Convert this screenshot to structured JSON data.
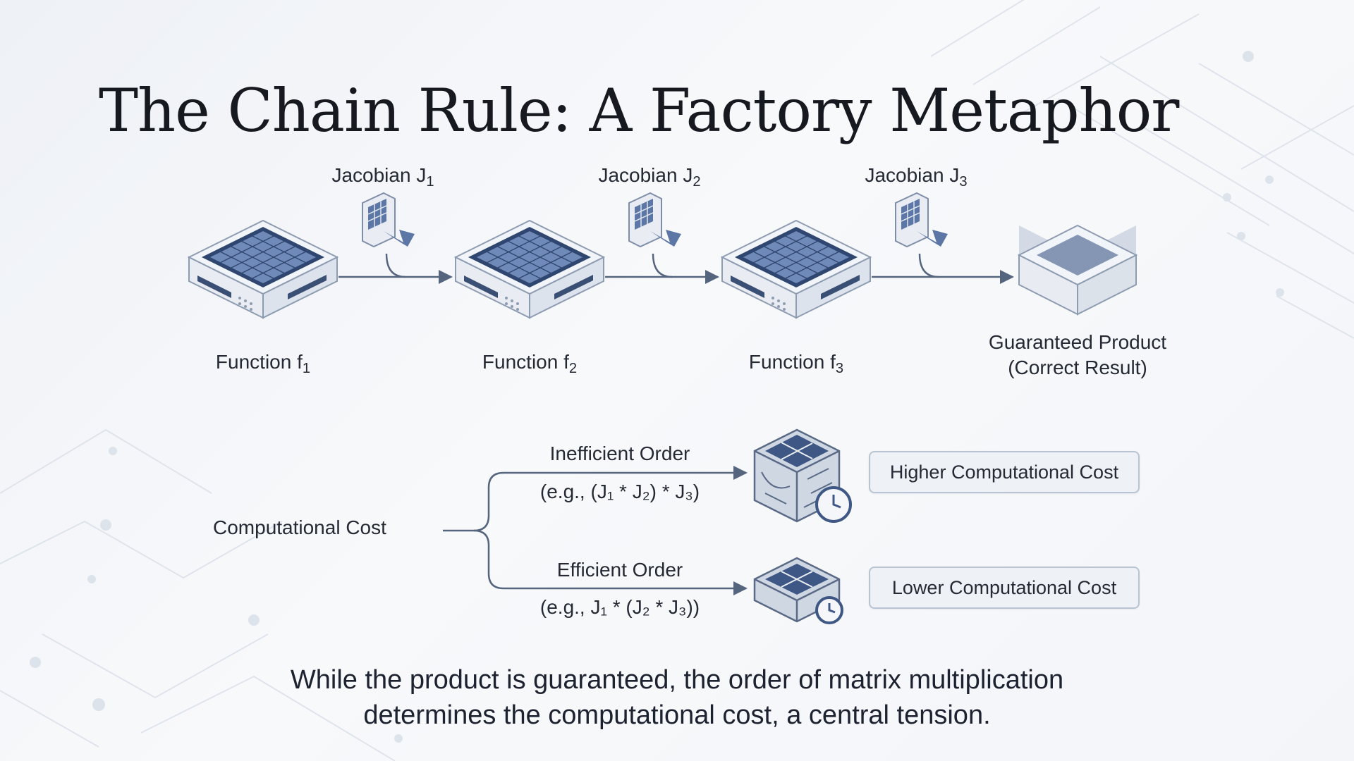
{
  "title": "The Chain Rule: A Factory Metaphor",
  "pipeline": {
    "jacobians": [
      {
        "name": "Jacobian J",
        "sub": "1"
      },
      {
        "name": "Jacobian J",
        "sub": "2"
      },
      {
        "name": "Jacobian J",
        "sub": "3"
      }
    ],
    "functions": [
      {
        "name": "Function f",
        "sub": "1"
      },
      {
        "name": "Function f",
        "sub": "2"
      },
      {
        "name": "Function f",
        "sub": "3"
      }
    ],
    "output": {
      "line1": "Guaranteed Product",
      "line2": "(Correct Result)"
    }
  },
  "cost": {
    "label": "Computational Cost",
    "inefficient": {
      "title": "Inefficient Order",
      "example": "(e.g., (J₁ * J₂) * J₃)",
      "result": "Higher Computational Cost"
    },
    "efficient": {
      "title": "Efficient Order",
      "example": "(e.g., J₁ * (J₂ * J₃))",
      "result": "Lower Computational Cost"
    }
  },
  "caption": {
    "line1": "While the product is guaranteed, the order of matrix multiplication",
    "line2": "determines the computational cost, a central tension."
  },
  "colors": {
    "accent": "#4b6a9c",
    "arrow": "#56657e",
    "box_border": "#b9c4d3"
  }
}
